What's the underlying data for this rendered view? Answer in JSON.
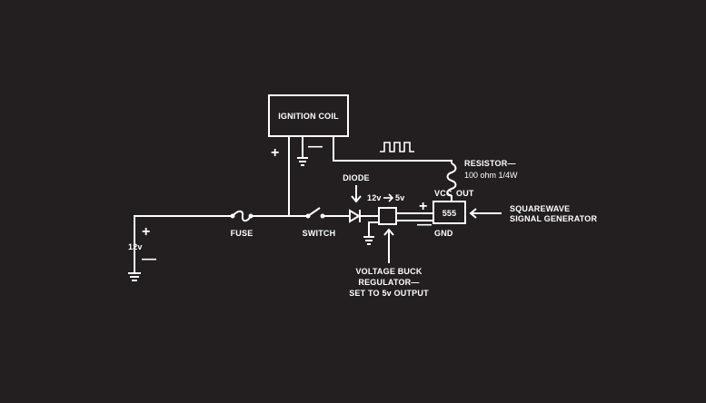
{
  "diagram": {
    "background": "#231f20",
    "foreground": "#ffffff",
    "components": {
      "ignition_coil": "IGNITION COIL",
      "battery_voltage": "12v",
      "fuse": "FUSE",
      "switch": "SWITCH",
      "diode": "DIODE",
      "regulator_in": "12v",
      "regulator_out": "5v",
      "regulator_desc": [
        "VOLTAGE BUCK",
        "REGULATOR—",
        "SET TO 5v OUTPUT"
      ],
      "resistor": [
        "RESISTOR—",
        "100 ohm 1/4W"
      ],
      "chip": "555",
      "vcc": "VCC",
      "out": "OUT",
      "gnd": "GND",
      "signal_generator": [
        "SQUAREWAVE",
        "SIGNAL GENERATOR"
      ]
    },
    "signs": {
      "plus": "+",
      "minus": "—"
    }
  }
}
